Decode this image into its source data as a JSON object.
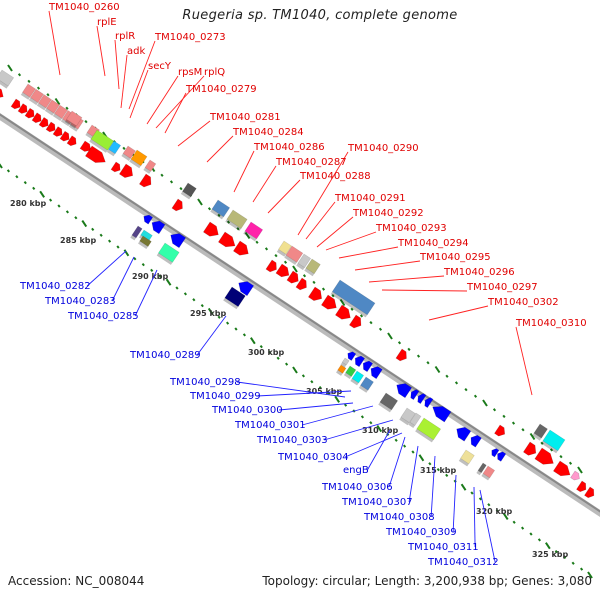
{
  "title": "Ruegeria sp. TM1040, complete genome",
  "footer": {
    "accession": "Accession: NC_008044",
    "summary": "Topology: circular; Length: 3,200,938 bp; Genes: 3,080"
  },
  "colors": {
    "forward_label": "#e00000",
    "reverse_label": "#0000dd",
    "backbone": "#999999",
    "tick": "#1a7a1a",
    "forward_arrow": "#ff0000",
    "reverse_arrow": "#0000ff"
  },
  "scale_ticks": [
    "280 kbp",
    "285 kbp",
    "290 kbp",
    "295 kbp",
    "300 kbp",
    "305 kbp",
    "310 kbp",
    "315 kbp",
    "320 kbp",
    "325 kbp"
  ],
  "forward_labels": [
    "TM1040_0260",
    "rplE",
    "rplR",
    "adk",
    "TM1040_0273",
    "secY",
    "rpsM",
    "rplQ",
    "TM1040_0279",
    "TM1040_0281",
    "TM1040_0284",
    "TM1040_0286",
    "TM1040_0287",
    "TM1040_0288",
    "TM1040_0290",
    "TM1040_0291",
    "TM1040_0292",
    "TM1040_0293",
    "TM1040_0294",
    "TM1040_0295",
    "TM1040_0296",
    "TM1040_0297",
    "TM1040_0302",
    "TM1040_0310"
  ],
  "reverse_labels": [
    "TM1040_0282",
    "TM1040_0283",
    "TM1040_0285",
    "TM1040_0289",
    "TM1040_0298",
    "TM1040_0299",
    "TM1040_0300",
    "TM1040_0301",
    "TM1040_0303",
    "TM1040_0304",
    "engB",
    "TM1040_0306",
    "TM1040_0307",
    "TM1040_0308",
    "TM1040_0309",
    "TM1040_0311",
    "TM1040_0312"
  ]
}
